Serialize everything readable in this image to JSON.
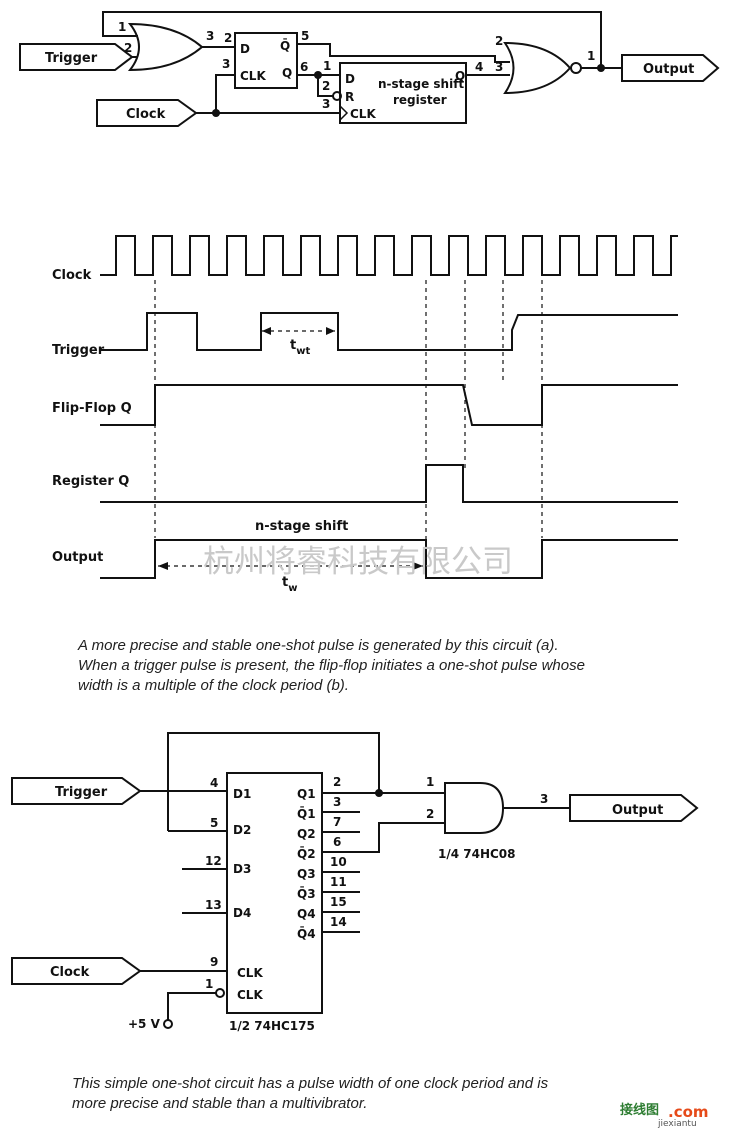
{
  "circuit_a": {
    "trigger_label": "Trigger",
    "clock_label": "Clock",
    "output_label": "Output",
    "ff_labels": {
      "d": "D",
      "clk": "CLK",
      "qbar": "Q̄",
      "q": "Q"
    },
    "shift_register": {
      "title_line1": "n-stage shift",
      "title_line2": "register",
      "d": "D",
      "r": "R",
      "clk": "CLK",
      "q": "Q"
    },
    "pins": {
      "or_in1": "1",
      "or_in2": "2",
      "or_out": "3",
      "ff_d": "2",
      "ff_clk": "3",
      "ff_qbar": "5",
      "ff_q": "6",
      "sr_d": "1",
      "sr_r": "2",
      "sr_clk": "3",
      "sr_q": "4",
      "nor_in2": "2",
      "nor_in3": "3",
      "nor_out": "1"
    }
  },
  "timing": {
    "signals": [
      "Clock",
      "Trigger",
      "Flip-Flop Q",
      "Register Q",
      "Output"
    ],
    "annotations": {
      "twt_main": "t",
      "twt_sub": "wt",
      "nstage": "n-stage shift",
      "tw_main": "t",
      "tw_sub": "w"
    }
  },
  "caption_a": {
    "line1": "A more precise and stable one-shot pulse is generated by this circuit (a).",
    "line2": "When a trigger pulse is present, the flip-flop initiates a one-shot pulse whose",
    "line3": "width is a multiple of the clock period (b)."
  },
  "circuit_b": {
    "trigger_label": "Trigger",
    "clock_label": "Clock",
    "output_label": "Output",
    "ic_name": "1/2 74HC175",
    "gate_name": "1/4 74HC08",
    "vcc_label": "+5 V",
    "inputs": [
      {
        "name": "D1",
        "pin": "4"
      },
      {
        "name": "D2",
        "pin": "5"
      },
      {
        "name": "D3",
        "pin": "12"
      },
      {
        "name": "D4",
        "pin": "13"
      }
    ],
    "outputs": [
      {
        "name": "Q1",
        "pin": "2"
      },
      {
        "name": "Q̄1",
        "pin": "3"
      },
      {
        "name": "Q2",
        "pin": "7"
      },
      {
        "name": "Q̄2",
        "pin": "6"
      },
      {
        "name": "Q3",
        "pin": "10"
      },
      {
        "name": "Q̄3",
        "pin": "11"
      },
      {
        "name": "Q4",
        "pin": "15"
      },
      {
        "name": "Q̄4",
        "pin": "14"
      }
    ],
    "clk_label": "CLK",
    "clk_pin": "9",
    "clkbar_label": "CLK",
    "clkbar_pin": "1",
    "gate_pins": {
      "in1": "1",
      "in2": "2",
      "out": "3"
    }
  },
  "caption_b": {
    "line1": "This simple one-shot circuit has a pulse width of one clock period and is",
    "line2": "more precise and stable than a multivibrator."
  },
  "watermarks": {
    "cn": "杭州将睿科技有限公司",
    "site_cn": "接线图",
    "site_dot": ".com",
    "site_en": "jiexiantu"
  }
}
